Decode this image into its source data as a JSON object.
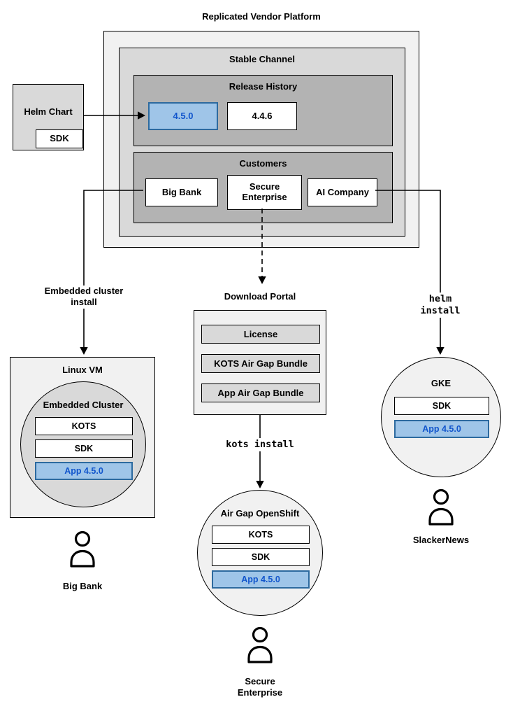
{
  "title": "Replicated Vendor Platform",
  "platform": {
    "stable_channel": {
      "label": "Stable Channel",
      "release_history": {
        "label": "Release History",
        "releases": [
          {
            "version": "4.5.0",
            "highlighted": true
          },
          {
            "version": "4.4.6",
            "highlighted": false
          }
        ]
      },
      "customers": {
        "label": "Customers",
        "items": [
          {
            "name": "Big Bank"
          },
          {
            "name": "Secure Enterprise"
          },
          {
            "name": "AI Company"
          }
        ]
      }
    }
  },
  "helm_chart": {
    "label": "Helm Chart",
    "sdk_label": "SDK"
  },
  "left_flow": {
    "install_label": "Embedded cluster install",
    "vm": {
      "label": "Linux VM"
    },
    "cluster": {
      "label": "Embedded Cluster",
      "components": [
        "KOTS",
        "SDK",
        "App 4.5.0"
      ]
    },
    "user": "Big Bank"
  },
  "middle_flow": {
    "portal": {
      "label": "Download Portal",
      "items": [
        "License",
        "KOTS Air Gap Bundle",
        "App Air Gap Bundle"
      ]
    },
    "install_label": "kots install",
    "cluster": {
      "label": "Air Gap OpenShift",
      "components": [
        "KOTS",
        "SDK",
        "App 4.5.0"
      ]
    },
    "user": "Secure Enterprise"
  },
  "right_flow": {
    "install_label": "helm install",
    "cluster": {
      "label": "GKE",
      "components": [
        "SDK",
        "App 4.5.0"
      ]
    },
    "user": "SlackerNews"
  },
  "colors": {
    "highlight_fill": "#9fc5e8",
    "highlight_border": "#2d6a9f",
    "highlight_text": "#1155cc"
  }
}
